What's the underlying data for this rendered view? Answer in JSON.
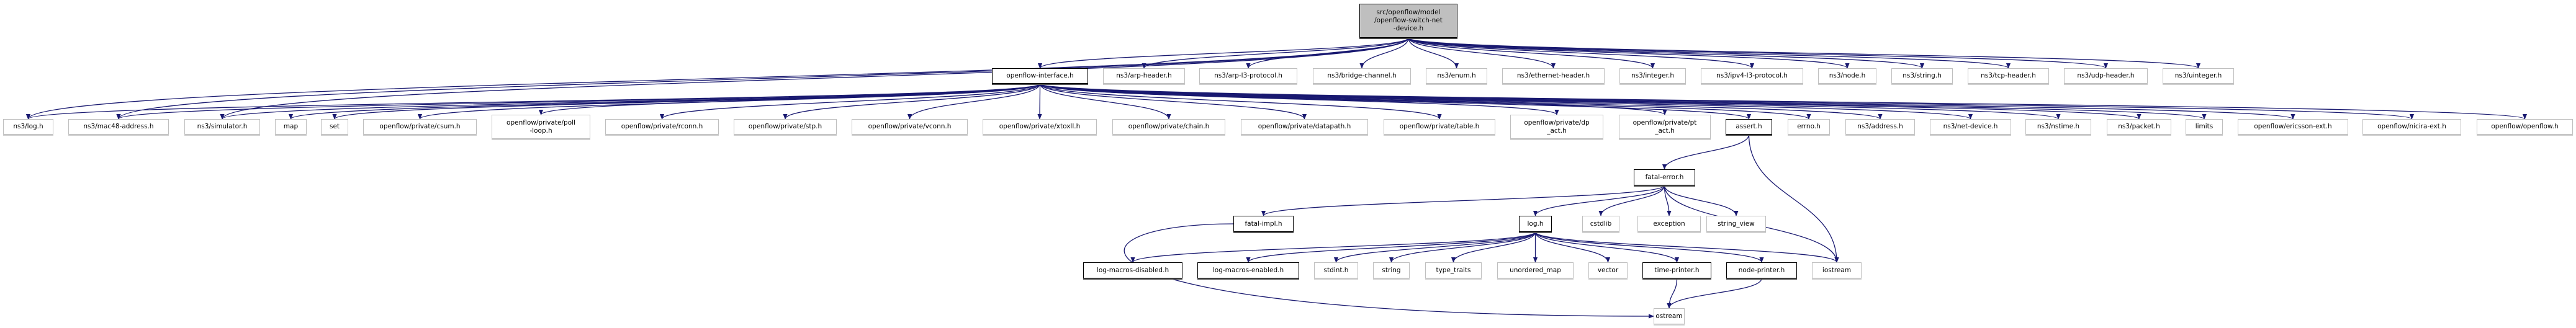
{
  "graph": {
    "edge_color": "#191970",
    "root_fill": "#bfbfbf",
    "nodes": [
      {
        "id": "root",
        "lines": [
          "src/openflow/model",
          "/openflow-switch-net",
          "-device.h"
        ],
        "kind": "root"
      },
      {
        "id": "ofi",
        "lines": [
          "openflow-interface.h"
        ],
        "kind": "doc"
      },
      {
        "id": "arphdr",
        "lines": [
          "ns3/arp-header.h"
        ],
        "kind": "ext"
      },
      {
        "id": "arpl3",
        "lines": [
          "ns3/arp-l3-protocol.h"
        ],
        "kind": "ext"
      },
      {
        "id": "bridge",
        "lines": [
          "ns3/bridge-channel.h"
        ],
        "kind": "ext"
      },
      {
        "id": "enum",
        "lines": [
          "ns3/enum.h"
        ],
        "kind": "ext"
      },
      {
        "id": "eth",
        "lines": [
          "ns3/ethernet-header.h"
        ],
        "kind": "ext"
      },
      {
        "id": "integer",
        "lines": [
          "ns3/integer.h"
        ],
        "kind": "ext"
      },
      {
        "id": "ipv4",
        "lines": [
          "ns3/ipv4-l3-protocol.h"
        ],
        "kind": "ext"
      },
      {
        "id": "node",
        "lines": [
          "ns3/node.h"
        ],
        "kind": "ext"
      },
      {
        "id": "nstring",
        "lines": [
          "ns3/string.h"
        ],
        "kind": "ext"
      },
      {
        "id": "tcp",
        "lines": [
          "ns3/tcp-header.h"
        ],
        "kind": "ext"
      },
      {
        "id": "udp",
        "lines": [
          "ns3/udp-header.h"
        ],
        "kind": "ext"
      },
      {
        "id": "uinteger",
        "lines": [
          "ns3/uinteger.h"
        ],
        "kind": "ext"
      },
      {
        "id": "nslog",
        "lines": [
          "ns3/log.h"
        ],
        "kind": "ext"
      },
      {
        "id": "mac48",
        "lines": [
          "ns3/mac48-address.h"
        ],
        "kind": "ext"
      },
      {
        "id": "sim",
        "lines": [
          "ns3/simulator.h"
        ],
        "kind": "ext"
      },
      {
        "id": "map",
        "lines": [
          "map"
        ],
        "kind": "ext"
      },
      {
        "id": "set",
        "lines": [
          "set"
        ],
        "kind": "ext"
      },
      {
        "id": "csum",
        "lines": [
          "openflow/private/csum.h"
        ],
        "kind": "ext"
      },
      {
        "id": "poll",
        "lines": [
          "openflow/private/poll",
          "-loop.h"
        ],
        "kind": "ext"
      },
      {
        "id": "rconn",
        "lines": [
          "openflow/private/rconn.h"
        ],
        "kind": "ext"
      },
      {
        "id": "stp",
        "lines": [
          "openflow/private/stp.h"
        ],
        "kind": "ext"
      },
      {
        "id": "vconn",
        "lines": [
          "openflow/private/vconn.h"
        ],
        "kind": "ext"
      },
      {
        "id": "xtoxll",
        "lines": [
          "openflow/private/xtoxll.h"
        ],
        "kind": "ext"
      },
      {
        "id": "chain",
        "lines": [
          "openflow/private/chain.h"
        ],
        "kind": "ext"
      },
      {
        "id": "datapath",
        "lines": [
          "openflow/private/datapath.h"
        ],
        "kind": "ext"
      },
      {
        "id": "table",
        "lines": [
          "openflow/private/table.h"
        ],
        "kind": "ext"
      },
      {
        "id": "dpact",
        "lines": [
          "openflow/private/dp",
          "_act.h"
        ],
        "kind": "ext"
      },
      {
        "id": "ptact",
        "lines": [
          "openflow/private/pt",
          "_act.h"
        ],
        "kind": "ext"
      },
      {
        "id": "assert",
        "lines": [
          "assert.h"
        ],
        "kind": "doc"
      },
      {
        "id": "errno",
        "lines": [
          "errno.h"
        ],
        "kind": "ext"
      },
      {
        "id": "address",
        "lines": [
          "ns3/address.h"
        ],
        "kind": "ext"
      },
      {
        "id": "netdev",
        "lines": [
          "ns3/net-device.h"
        ],
        "kind": "ext"
      },
      {
        "id": "nstime",
        "lines": [
          "ns3/nstime.h"
        ],
        "kind": "ext"
      },
      {
        "id": "packet",
        "lines": [
          "ns3/packet.h"
        ],
        "kind": "ext"
      },
      {
        "id": "limits",
        "lines": [
          "limits"
        ],
        "kind": "ext"
      },
      {
        "id": "ericsson",
        "lines": [
          "openflow/ericsson-ext.h"
        ],
        "kind": "ext"
      },
      {
        "id": "nicira",
        "lines": [
          "openflow/nicira-ext.h"
        ],
        "kind": "ext"
      },
      {
        "id": "openflow",
        "lines": [
          "openflow/openflow.h"
        ],
        "kind": "ext"
      },
      {
        "id": "fatalerr",
        "lines": [
          "fatal-error.h"
        ],
        "kind": "doc"
      },
      {
        "id": "fatalimpl",
        "lines": [
          "fatal-impl.h"
        ],
        "kind": "doc"
      },
      {
        "id": "logh",
        "lines": [
          "log.h"
        ],
        "kind": "doc"
      },
      {
        "id": "cstdlib",
        "lines": [
          "cstdlib"
        ],
        "kind": "ext"
      },
      {
        "id": "exception",
        "lines": [
          "exception"
        ],
        "kind": "ext"
      },
      {
        "id": "stringview",
        "lines": [
          "string_view"
        ],
        "kind": "ext"
      },
      {
        "id": "lmd",
        "lines": [
          "log-macros-disabled.h"
        ],
        "kind": "doc"
      },
      {
        "id": "lme",
        "lines": [
          "log-macros-enabled.h"
        ],
        "kind": "doc"
      },
      {
        "id": "stdint",
        "lines": [
          "stdint.h"
        ],
        "kind": "ext"
      },
      {
        "id": "string",
        "lines": [
          "string"
        ],
        "kind": "ext"
      },
      {
        "id": "typetraits",
        "lines": [
          "type_traits"
        ],
        "kind": "ext"
      },
      {
        "id": "umap",
        "lines": [
          "unordered_map"
        ],
        "kind": "ext"
      },
      {
        "id": "vector",
        "lines": [
          "vector"
        ],
        "kind": "ext"
      },
      {
        "id": "timep",
        "lines": [
          "time-printer.h"
        ],
        "kind": "doc"
      },
      {
        "id": "nodep",
        "lines": [
          "node-printer.h"
        ],
        "kind": "doc"
      },
      {
        "id": "iostream",
        "lines": [
          "iostream"
        ],
        "kind": "ext"
      },
      {
        "id": "ostream",
        "lines": [
          "ostream"
        ],
        "kind": "ext"
      }
    ],
    "edges": [
      [
        "root",
        "ofi"
      ],
      [
        "root",
        "arphdr"
      ],
      [
        "root",
        "arpl3"
      ],
      [
        "root",
        "bridge"
      ],
      [
        "root",
        "enum"
      ],
      [
        "root",
        "eth"
      ],
      [
        "root",
        "integer"
      ],
      [
        "root",
        "ipv4"
      ],
      [
        "root",
        "node"
      ],
      [
        "root",
        "nstring"
      ],
      [
        "root",
        "tcp"
      ],
      [
        "root",
        "udp"
      ],
      [
        "root",
        "uinteger"
      ],
      [
        "root",
        "nslog"
      ],
      [
        "root",
        "mac48"
      ],
      [
        "root",
        "sim"
      ],
      [
        "ofi",
        "nslog"
      ],
      [
        "ofi",
        "mac48"
      ],
      [
        "ofi",
        "sim"
      ],
      [
        "ofi",
        "map"
      ],
      [
        "ofi",
        "set"
      ],
      [
        "ofi",
        "csum"
      ],
      [
        "ofi",
        "poll"
      ],
      [
        "ofi",
        "rconn"
      ],
      [
        "ofi",
        "stp"
      ],
      [
        "ofi",
        "vconn"
      ],
      [
        "ofi",
        "xtoxll"
      ],
      [
        "ofi",
        "chain"
      ],
      [
        "ofi",
        "datapath"
      ],
      [
        "ofi",
        "table"
      ],
      [
        "ofi",
        "dpact"
      ],
      [
        "ofi",
        "ptact"
      ],
      [
        "ofi",
        "assert"
      ],
      [
        "ofi",
        "errno"
      ],
      [
        "ofi",
        "address"
      ],
      [
        "ofi",
        "netdev"
      ],
      [
        "ofi",
        "nstime"
      ],
      [
        "ofi",
        "packet"
      ],
      [
        "ofi",
        "limits"
      ],
      [
        "ofi",
        "ericsson"
      ],
      [
        "ofi",
        "nicira"
      ],
      [
        "ofi",
        "openflow"
      ],
      [
        "assert",
        "fatalerr"
      ],
      [
        "assert",
        "iostream"
      ],
      [
        "fatalerr",
        "fatalimpl"
      ],
      [
        "fatalerr",
        "logh"
      ],
      [
        "fatalerr",
        "cstdlib"
      ],
      [
        "fatalerr",
        "exception"
      ],
      [
        "fatalerr",
        "stringview"
      ],
      [
        "fatalerr",
        "iostream"
      ],
      [
        "fatalimpl",
        "ostream"
      ],
      [
        "logh",
        "lmd"
      ],
      [
        "logh",
        "lme"
      ],
      [
        "logh",
        "stdint"
      ],
      [
        "logh",
        "string"
      ],
      [
        "logh",
        "typetraits"
      ],
      [
        "logh",
        "umap"
      ],
      [
        "logh",
        "vector"
      ],
      [
        "logh",
        "timep"
      ],
      [
        "logh",
        "nodep"
      ],
      [
        "logh",
        "iostream"
      ],
      [
        "timep",
        "ostream"
      ],
      [
        "nodep",
        "ostream"
      ]
    ]
  }
}
